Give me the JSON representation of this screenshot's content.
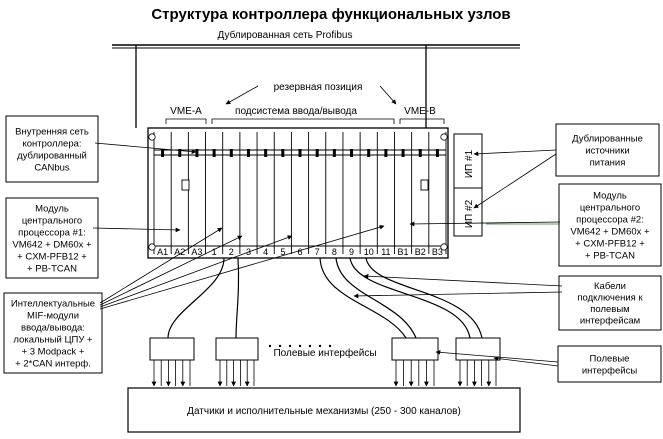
{
  "title": "Структура контроллера функциональных узлов",
  "profibus_label": "Дублированная сеть Profibus",
  "reserve_label": "резервная позиция",
  "vme_a_label": "VME-A",
  "vme_b_label": "VME-B",
  "io_subsystem_label": "подсистема ввода/вывода",
  "slot_labels": [
    "A1",
    "A2",
    "A3",
    "1",
    "2",
    "3",
    "4",
    "5",
    "6",
    "7",
    "8",
    "9",
    "10",
    "11",
    "B1",
    "B2",
    "B3"
  ],
  "psu_labels": [
    "ИП #1",
    "ИП #2"
  ],
  "callouts": {
    "canbus": [
      "Внутренняя сеть",
      "контроллера:",
      "дублированный",
      "CANbus"
    ],
    "cpu1": [
      "Модуль",
      "центрального",
      "процессора #1:",
      "VM642 + DM60x +",
      "+ CXM-PFB12 +",
      "+ PB-TCAN"
    ],
    "mif": [
      "Интеллектуальные",
      "MIF-модули",
      "ввода/вывода:",
      "локальный ЦПУ +",
      "+ 3 Modpack +",
      "+ 2*CAN интерф."
    ],
    "psu": [
      "Дублированные",
      "источники",
      "питания"
    ],
    "cpu2": [
      "Модуль",
      "центрального",
      "процессора #2:",
      "VM642 + DM60x +",
      "+ CXM-PFB12 +",
      "+ PB-TCAN"
    ],
    "cables": [
      "Кабели",
      "подключения к",
      "полевым",
      "интерфейсам"
    ],
    "field": [
      "Полевые",
      "интерфейсы"
    ]
  },
  "field_interfaces_label": "Полевые интерфейсы",
  "sensors_label": "Датчики и исполнительные механизмы (250 - 300 каналов)"
}
